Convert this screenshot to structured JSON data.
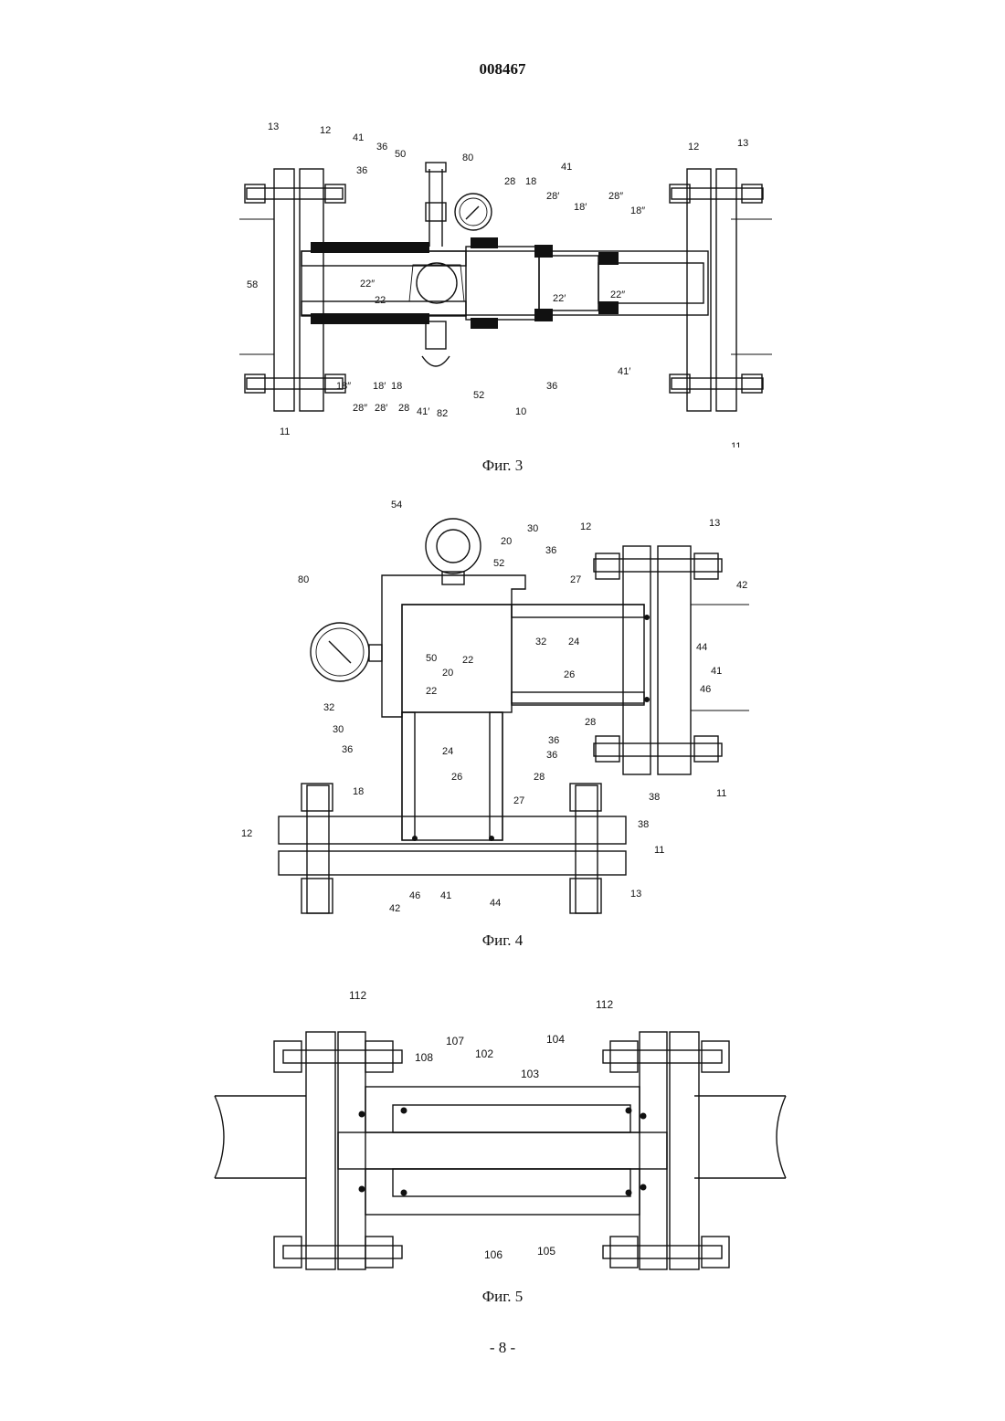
{
  "document": {
    "number": "008467",
    "page_number": "- 8 -"
  },
  "figures": [
    {
      "caption": "Фиг. 3",
      "labels": [
        "13",
        "12",
        "41",
        "36",
        "50",
        "80",
        "36",
        "28",
        "18",
        "28′",
        "41",
        "18′",
        "28″",
        "18″",
        "12",
        "13",
        "58",
        "22″",
        "22",
        "22′",
        "22″",
        "18″",
        "28″",
        "18′",
        "28′",
        "18",
        "28",
        "41′",
        "82",
        "52",
        "10",
        "36",
        "41′",
        "11",
        "11"
      ]
    },
    {
      "caption": "Фиг. 4",
      "labels": [
        "54",
        "52",
        "20",
        "30",
        "36",
        "27",
        "12",
        "13",
        "42",
        "80",
        "50",
        "20",
        "22",
        "32",
        "24",
        "44",
        "41",
        "26",
        "46",
        "22",
        "32",
        "30",
        "36",
        "24",
        "36",
        "28",
        "36",
        "26",
        "28",
        "27",
        "38",
        "11",
        "18",
        "12",
        "38",
        "11",
        "13",
        "42",
        "46",
        "41",
        "44"
      ]
    },
    {
      "caption": "Фиг. 5",
      "labels": [
        "112",
        "112",
        "104",
        "107",
        "108",
        "102",
        "103",
        "106",
        "105"
      ]
    }
  ]
}
